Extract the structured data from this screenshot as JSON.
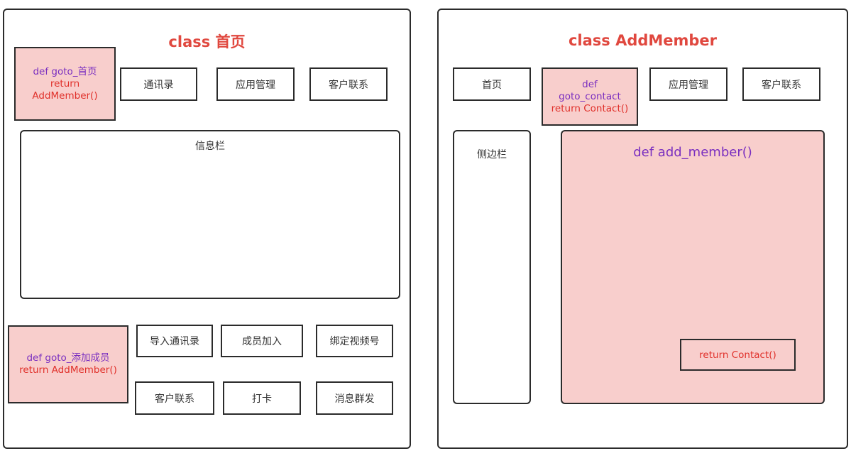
{
  "colors": {
    "title": "#e0483f",
    "code_purple": "#7a2fc0",
    "code_red": "#e0302a",
    "pink_fill": "#f8cecc",
    "border": "#2b2b2b"
  },
  "left": {
    "title": "class 首页",
    "goto_home": {
      "line1": "def goto_首页",
      "line2": "return",
      "line3": "AddMember()"
    },
    "nav": [
      "通讯录",
      "应用管理",
      "客户联系"
    ],
    "info_bar": "信息栏",
    "goto_add": {
      "line1": "def goto_添加成员",
      "line2": "return AddMember()"
    },
    "actions": [
      "导入通讯录",
      "成员加入",
      "绑定视频号",
      "客户联系",
      "打卡",
      "消息群发"
    ]
  },
  "right": {
    "title": "class AddMember",
    "nav": [
      "首页",
      "应用管理",
      "客户联系"
    ],
    "goto_contact": {
      "line1": "def",
      "line2": "goto_contact",
      "line3": "return Contact()"
    },
    "sidebar": "侧边栏",
    "add_member": "def add_member()",
    "return_contact": "return Contact()"
  }
}
